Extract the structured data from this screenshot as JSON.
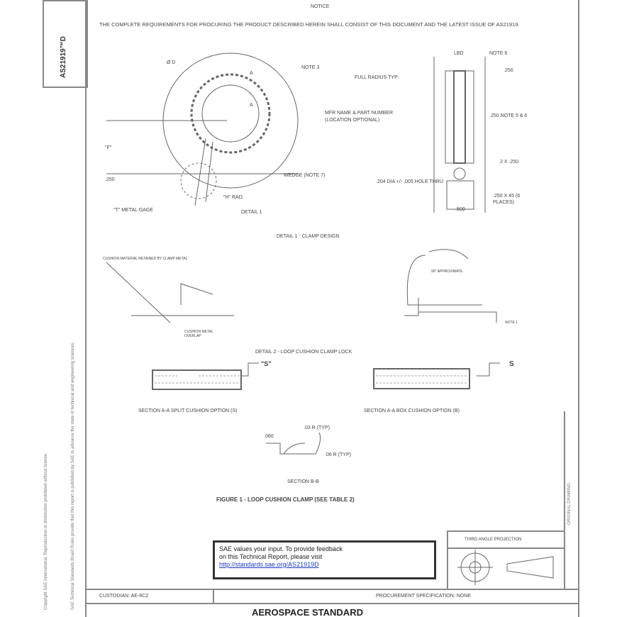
{
  "doc_number": "AS21919™D",
  "side_text_left": "Copyright SAE International. Reproduction or distribution prohibited without license.",
  "side_text_right": "SAE Technical Standards Board Rules provide that this report is published by SAE to advance the state of technical and engineering sciences.",
  "right_strip_text": "ORIGINAL DRAWING",
  "notice": {
    "title": "NOTICE",
    "text": "THE COMPLETE REQUIREMENTS FOR PROCURING THE PRODUCT DESCRIBED HEREIN SHALL CONSIST OF THIS DOCUMENT AND THE LATEST ISSUE OF AS21919."
  },
  "detail1": {
    "labels": [
      "Ø D",
      "A",
      "NOTE 3",
      "A",
      "MFR NAME & PART NUMBER (LOCATION OPTIONAL)",
      "\"F\"",
      ".250",
      "WEDGE (NOTE 7)",
      "\"H\" RAD.",
      "\"T\" METAL GAGE",
      "DETAIL 1"
    ],
    "side_labels": [
      "LBD",
      "NOTE 6",
      ".250",
      "FULL RADIUS TYP",
      ".250 NOTE 5 & 6",
      "2 X .250",
      ".204 DIA +/- .005 HOLE THRU",
      ".250 X 45 (6 PLACES)",
      ".500"
    ],
    "caption": "DETAIL 1 - CLAMP DESIGN"
  },
  "detail2": {
    "left_note": "CUSHION MATERIAL RETAINED BY CLAMP METAL",
    "bottom_note": "CUSHION METAL OVERLAP",
    "right_note": "NOTE 1",
    "angle_note": "90° APPROXIMATE",
    "caption": "DETAIL 2 - LOOP CUSHION CLAMP LOCK"
  },
  "sections": {
    "split_label": "\"S\"",
    "box_label": "S",
    "split_caption": "SECTION A-A SPLIT CUSHION OPTION (S)",
    "box_caption": "SECTION A-A BOX CUSHION OPTION (B)",
    "bb_r1": ".03 R (TYP)",
    "bb_dim": ".060",
    "bb_r2": ".06 R (TYP)",
    "bb_caption": "SECTION B-B"
  },
  "figure_caption": "FIGURE 1 - LOOP CUSHION CLAMP (SEE TABLE 2)",
  "feedback": {
    "line1": "SAE values your input. To provide feedback",
    "line2": "on this Technical Report, please visit",
    "link": "http://standards.sae.org/AS21919D"
  },
  "projection": "THIRD ANGLE PROJECTION",
  "custodian": "CUSTODIAN: AE-8C2",
  "procurement": "PROCUREMENT SPECIFICATION: NONE",
  "title": "AEROSPACE STANDARD"
}
